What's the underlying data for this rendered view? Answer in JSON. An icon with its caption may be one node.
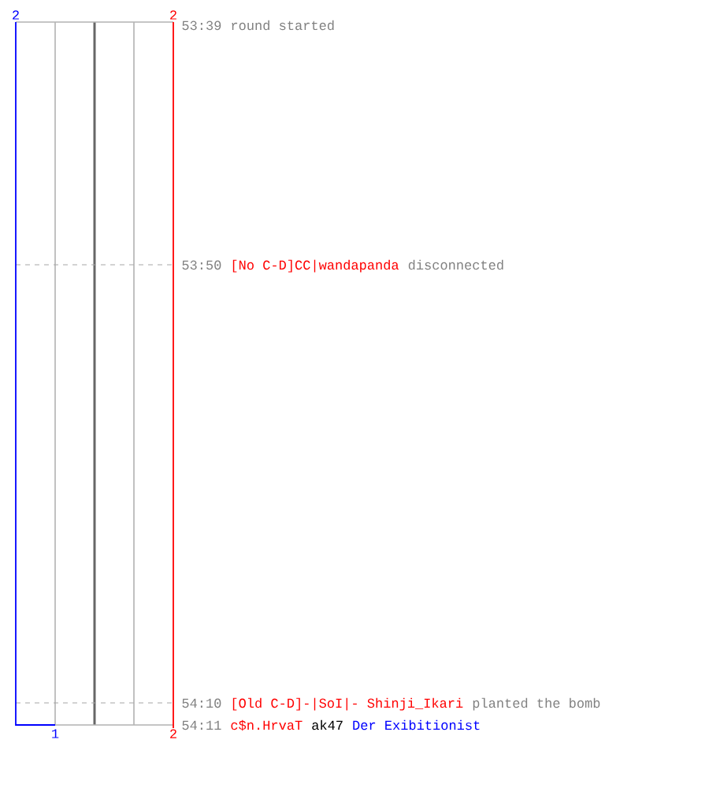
{
  "diagram": {
    "labels": [
      "2",
      "2",
      "53:39",
      "round started",
      "53:50",
      "[No C-D]CC|wandapanda",
      "disconnected",
      "54:10",
      "[Old C-D]-|SoI|- Shinji_Ikari",
      "planted the bomb",
      "54:11",
      "c$n.HrvaT",
      "ak47",
      "Der Exibitionist",
      "1",
      "2"
    ]
  }
}
